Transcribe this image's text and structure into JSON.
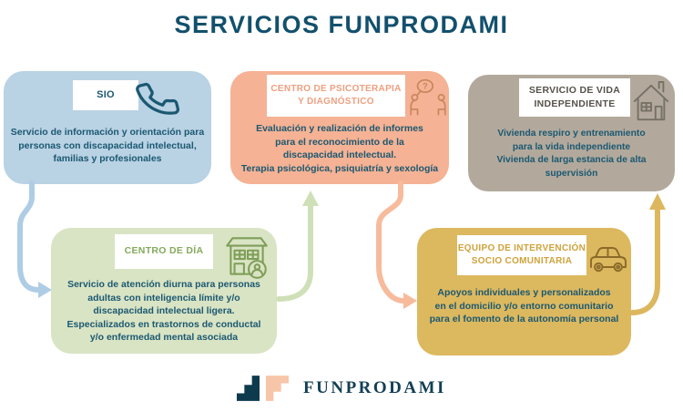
{
  "title": "SERVICIOS FUNPRODAMI",
  "services": [
    {
      "label": "SIO",
      "icon": "phone-icon",
      "body": "Servicio de información y orientación para\npersonas con discapacidad intelectual,\nfamilias y profesionales",
      "bg_color": "#b9d2e4",
      "label_color": "#1b5871"
    },
    {
      "label": "CENTRO DE PSICOTERAPIA\nY DIAGNÓSTICO",
      "icon": "therapy-icon",
      "body": "Evaluación y realización de informes\npara el reconocimiento de la\ndiscapacidad intelectual.\nTerapia psicológica, psiquiatría y sexología",
      "bg_color": "#f5b294",
      "label_color": "#ef9f80"
    },
    {
      "label": "SERVICIO DE VIDA\nINDEPENDIENTE",
      "icon": "house-icon",
      "body": "Vivienda respiro y entrenamiento\npara la vida independiente\nVivienda de larga estancia de alta supervisión",
      "bg_color": "#b2a99c",
      "label_color": "#55524b"
    },
    {
      "label": "CENTRO DE DÍA",
      "icon": "day-center-icon",
      "body": "Servicio de atención diurna para personas\nadultas con inteligencia límite y/o\ndiscapacidad intelectual ligera.\nEspecializados en trastornos de conductal\ny/o enfermedad mental asociada",
      "bg_color": "#d9e4c4",
      "label_color": "#84aa5c"
    },
    {
      "label": "EQUIPO DE INTERVENCIÓN\nSOCIO COMUNITARIA",
      "icon": "car-icon",
      "body": "Apoyos individuales y personalizados\nen el domicilio y/o entorno comunitario\npara el fomento de la autonomía personal",
      "bg_color": "#dcb85f",
      "label_color": "#cfa23b"
    }
  ],
  "footer": {
    "brand": "FUNPRODAMI"
  },
  "colors": {
    "title_text": "#12506c",
    "body_text": "#1b5871",
    "arrow_blue": "#aecde5",
    "arrow_green": "#cfe0b8",
    "arrow_salmon": "#f7bb9c",
    "arrow_yellow": "#dcb75e",
    "logo_dark": "#0e3a4d",
    "logo_salmon": "#f7c5a8"
  }
}
